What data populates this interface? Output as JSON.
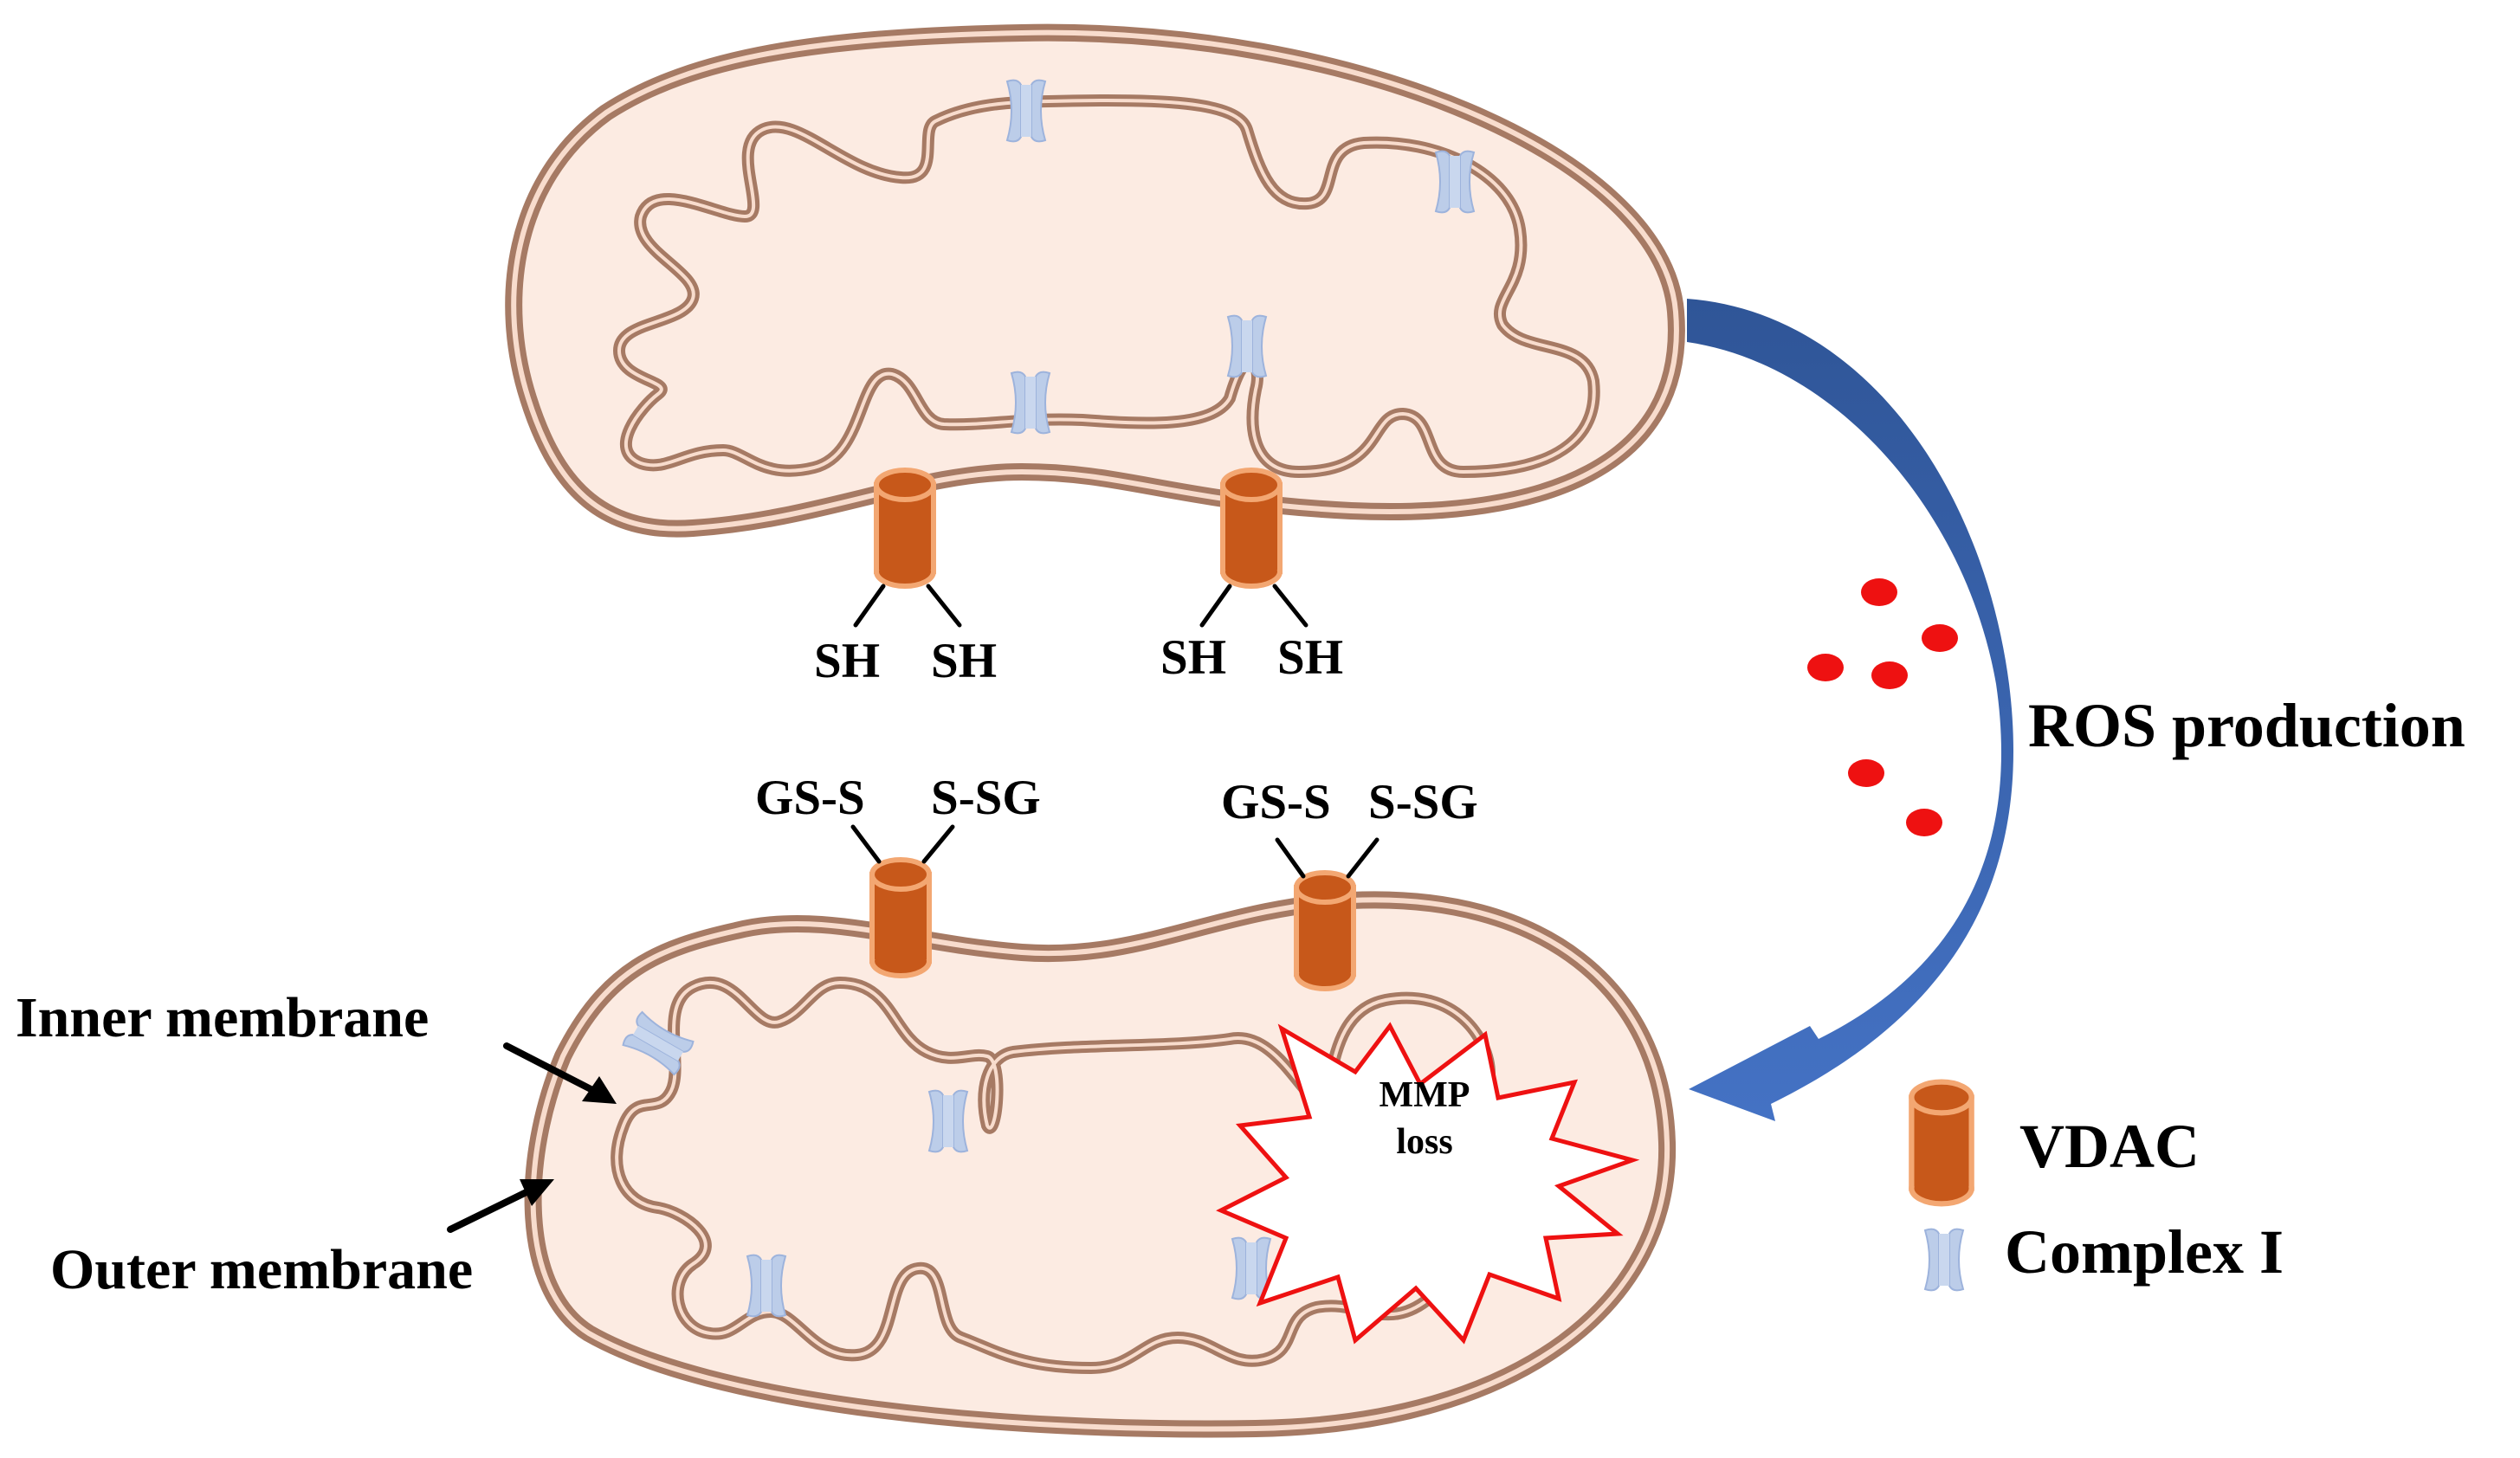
{
  "labels": {
    "sh": "SH",
    "gs_s": "GS-S",
    "s_sg": "S-SG",
    "inner_membrane": "Inner membrane",
    "outer_membrane": "Outer membrane",
    "ros_production": "ROS production",
    "mmp_line1": "MMP",
    "mmp_line2": "loss"
  },
  "legend": {
    "vdac": "VDAC",
    "complex_i": "Complex I"
  },
  "colors": {
    "matrix_fill": "#fcebe2",
    "membrane": "#a67a64",
    "vdac": "#c7581a",
    "vdac_rim": "#f3a772",
    "complex_i": "#bccde9",
    "arrow": "#3b63ad",
    "ros": "#ee1111",
    "mmp_star": "#ee1111"
  },
  "icons": [
    "vdac-icon",
    "complex-i-icon",
    "curved-arrow-icon",
    "ros-dot-icon",
    "starburst-icon"
  ]
}
